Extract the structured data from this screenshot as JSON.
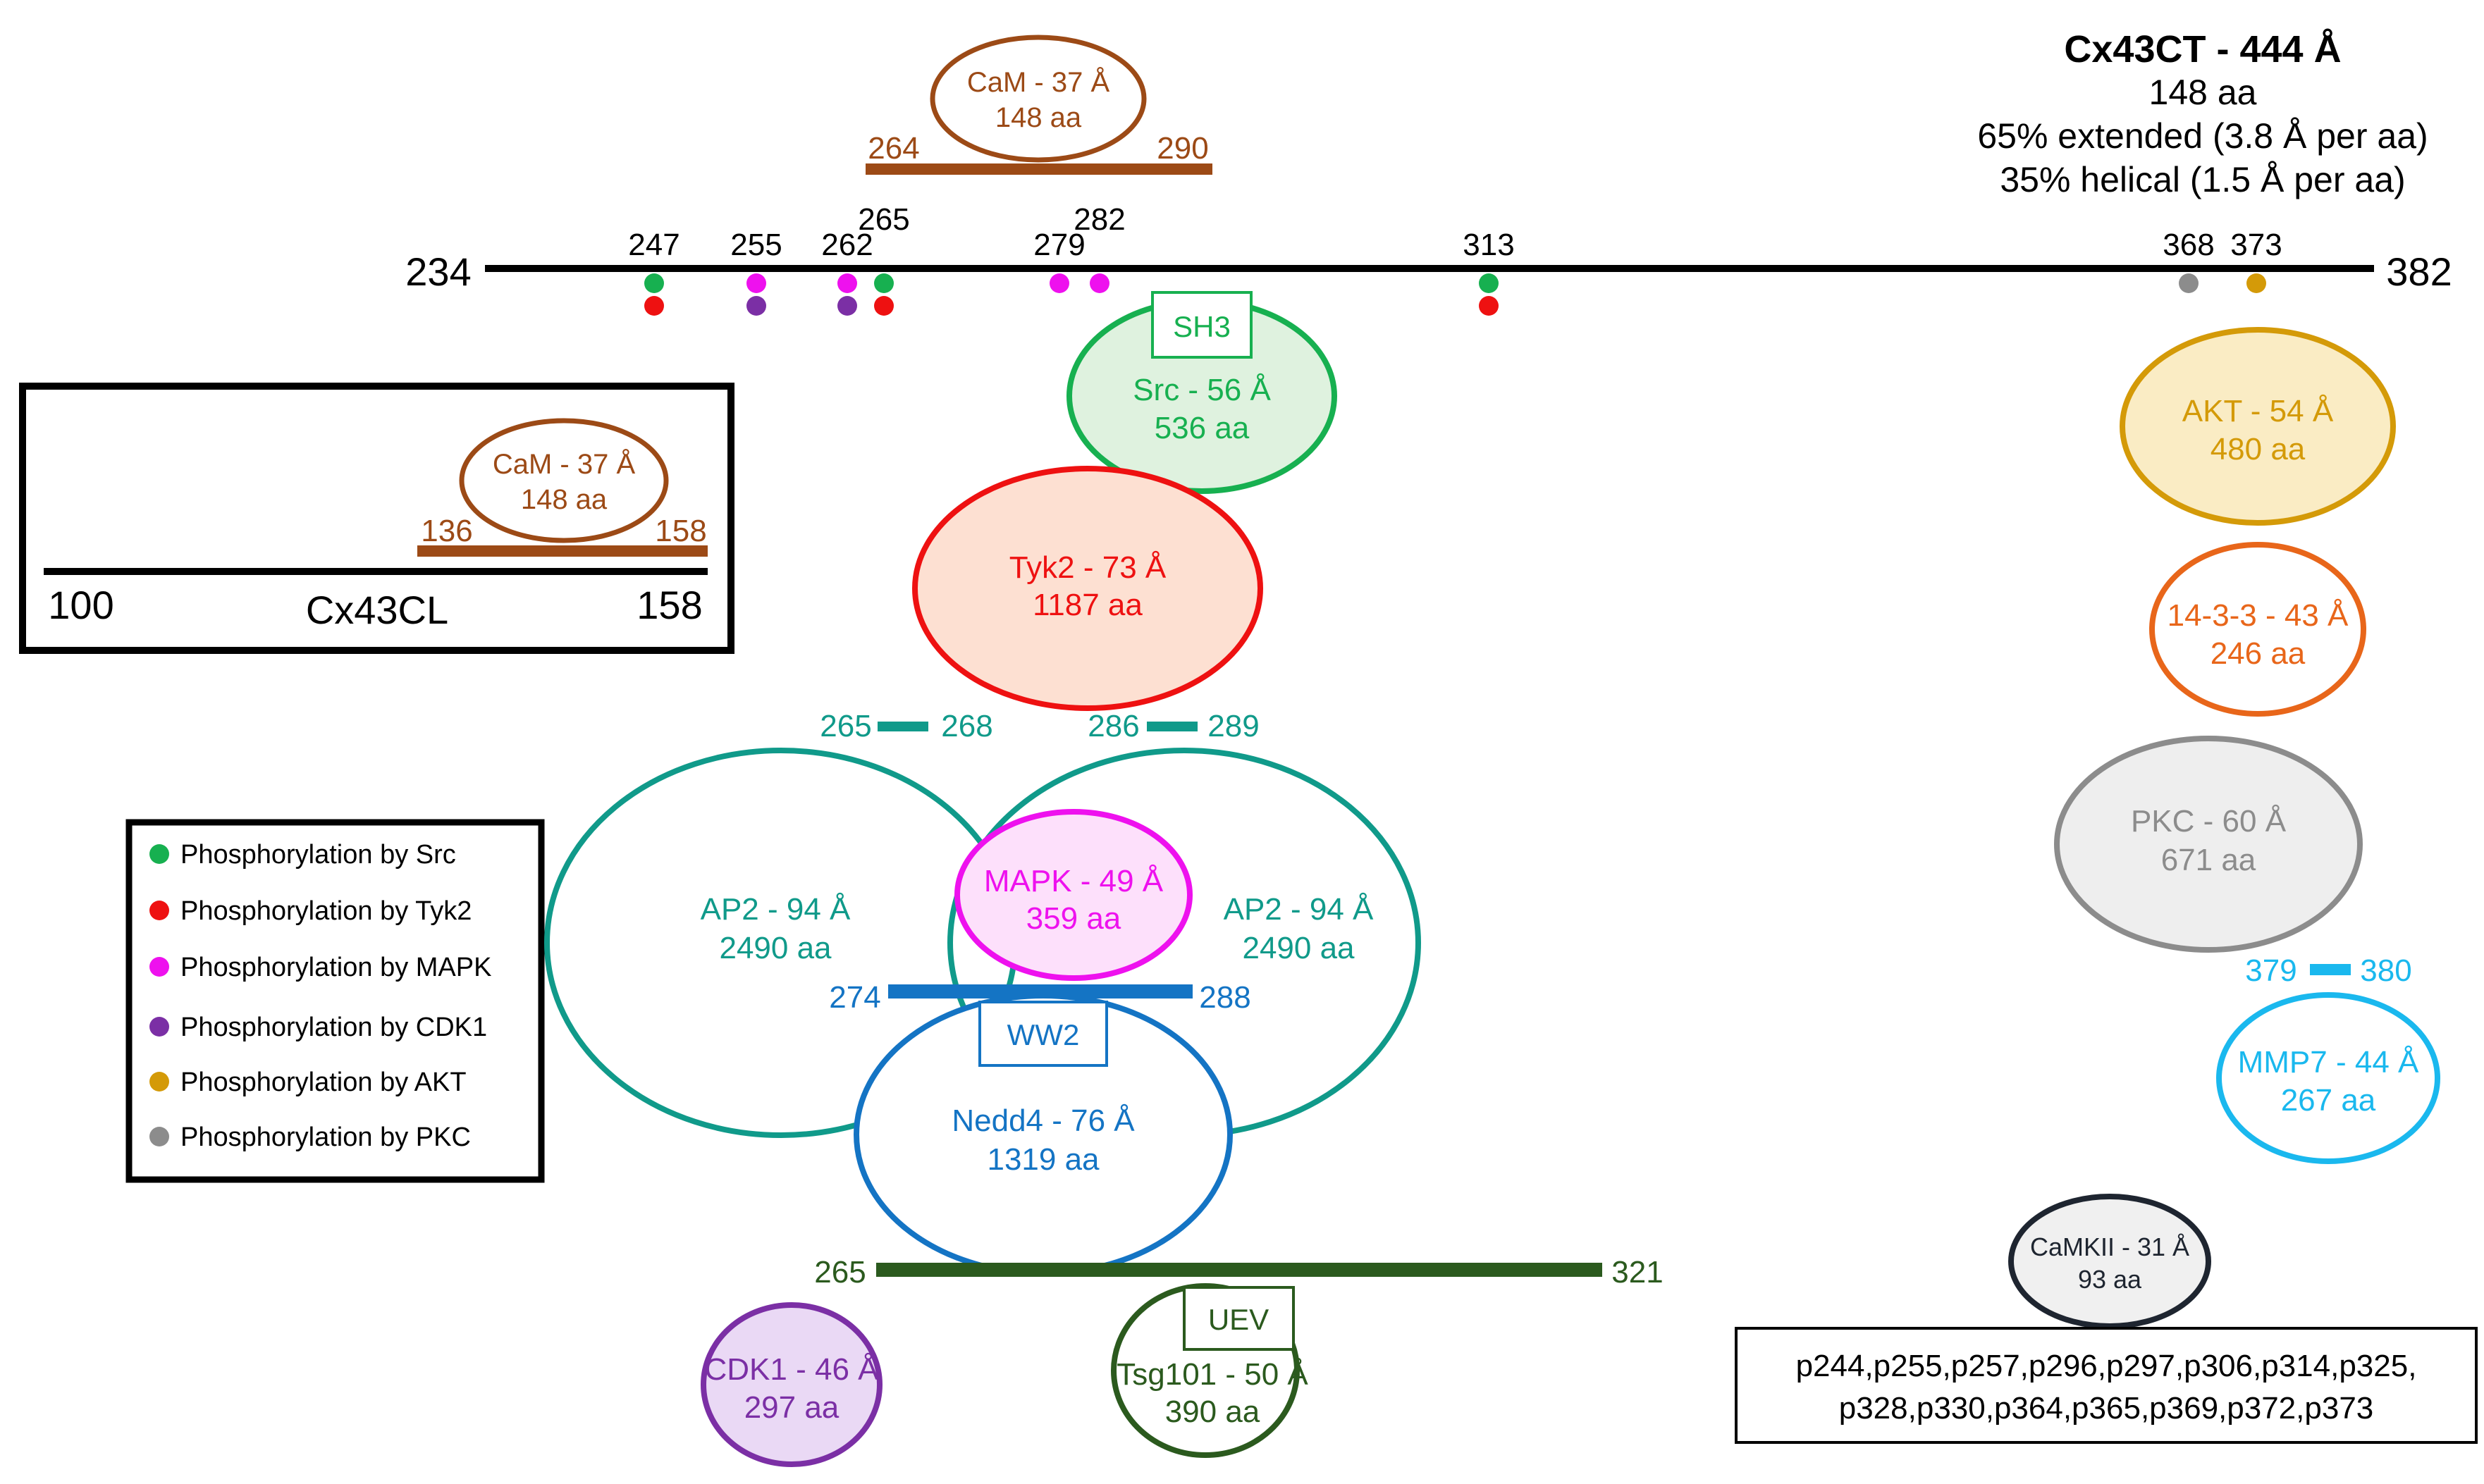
{
  "colors": {
    "src": "#17b050",
    "tyk2": "#ee1111",
    "mapk": "#ee11ee",
    "cdk1": "#7b2fa5",
    "akt": "#d49a08",
    "pkc": "#8c8c8c",
    "cam": "#9c4a16",
    "ap2": "#109a8a",
    "nedd4": "#1474c4",
    "tsg101": "#2b5a1e",
    "mmp7": "#1ab8ee",
    "orange1433": "#e8661a",
    "camkii": "#1e2530",
    "black": "#000000"
  },
  "header": {
    "title": "Cx43CT - 444 Å",
    "line1": "148 aa",
    "line2": "65% extended (3.8 Å per aa)",
    "line3": "35% helical (1.5 Å per aa)"
  },
  "ct_line": {
    "start": "234",
    "end": "382",
    "ticks": [
      "247",
      "255",
      "262",
      "265",
      "279",
      "282",
      "313",
      "368",
      "373"
    ]
  },
  "cam_top": {
    "name": "CaM - 37 Å",
    "size": "148 aa",
    "range_start": "264",
    "range_end": "290"
  },
  "inset": {
    "label": "Cx43CL",
    "start": "100",
    "end": "158",
    "cam_name": "CaM - 37 Å",
    "cam_size": "148 aa",
    "range_start": "136",
    "range_end": "158"
  },
  "legend": [
    {
      "label": "Phosphorylation by Src"
    },
    {
      "label": "Phosphorylation by Tyk2"
    },
    {
      "label": "Phosphorylation by MAPK"
    },
    {
      "label": "Phosphorylation by CDK1"
    },
    {
      "label": "Phosphorylation by AKT"
    },
    {
      "label": "Phosphorylation by PKC"
    }
  ],
  "proteins": {
    "src": {
      "name": "Src - 56 Å",
      "size": "536 aa",
      "domain": "SH3"
    },
    "tyk2": {
      "name": "Tyk2 - 73 Å",
      "size": "1187 aa"
    },
    "ap2_left": {
      "name": "AP2 - 94 Å",
      "size": "2490 aa",
      "range_start": "265",
      "range_end": "268"
    },
    "ap2_right": {
      "name": "AP2 - 94 Å",
      "size": "2490 aa",
      "range_start": "286",
      "range_end": "289"
    },
    "mapk": {
      "name": "MAPK - 49 Å",
      "size": "359 aa"
    },
    "nedd4": {
      "name": "Nedd4 - 76 Å",
      "size": "1319 aa",
      "domain": "WW2",
      "range_start": "274",
      "range_end": "288"
    },
    "tsg101": {
      "name": "Tsg101 - 50 Å",
      "size": "390 aa",
      "domain": "UEV",
      "range_start": "265",
      "range_end": "321"
    },
    "cdk1": {
      "name": "CDK1 - 46 Å",
      "size": "297 aa"
    },
    "akt": {
      "name": "AKT - 54 Å",
      "size": "480 aa"
    },
    "p1433": {
      "name": "14-3-3 - 43 Å",
      "size": "246 aa"
    },
    "pkc": {
      "name": "PKC - 60 Å",
      "size": "671 aa"
    },
    "mmp7": {
      "name": "MMP7 - 44 Å",
      "size": "267 aa",
      "range_start": "379",
      "range_end": "380"
    },
    "camkii": {
      "name": "CaMKII - 31 Å",
      "size": "93 aa",
      "sites_line1": "p244,p255,p257,p296,p297,p306,p314,p325,",
      "sites_line2": "p328,p330,p364,p365,p369,p372,p373"
    }
  }
}
